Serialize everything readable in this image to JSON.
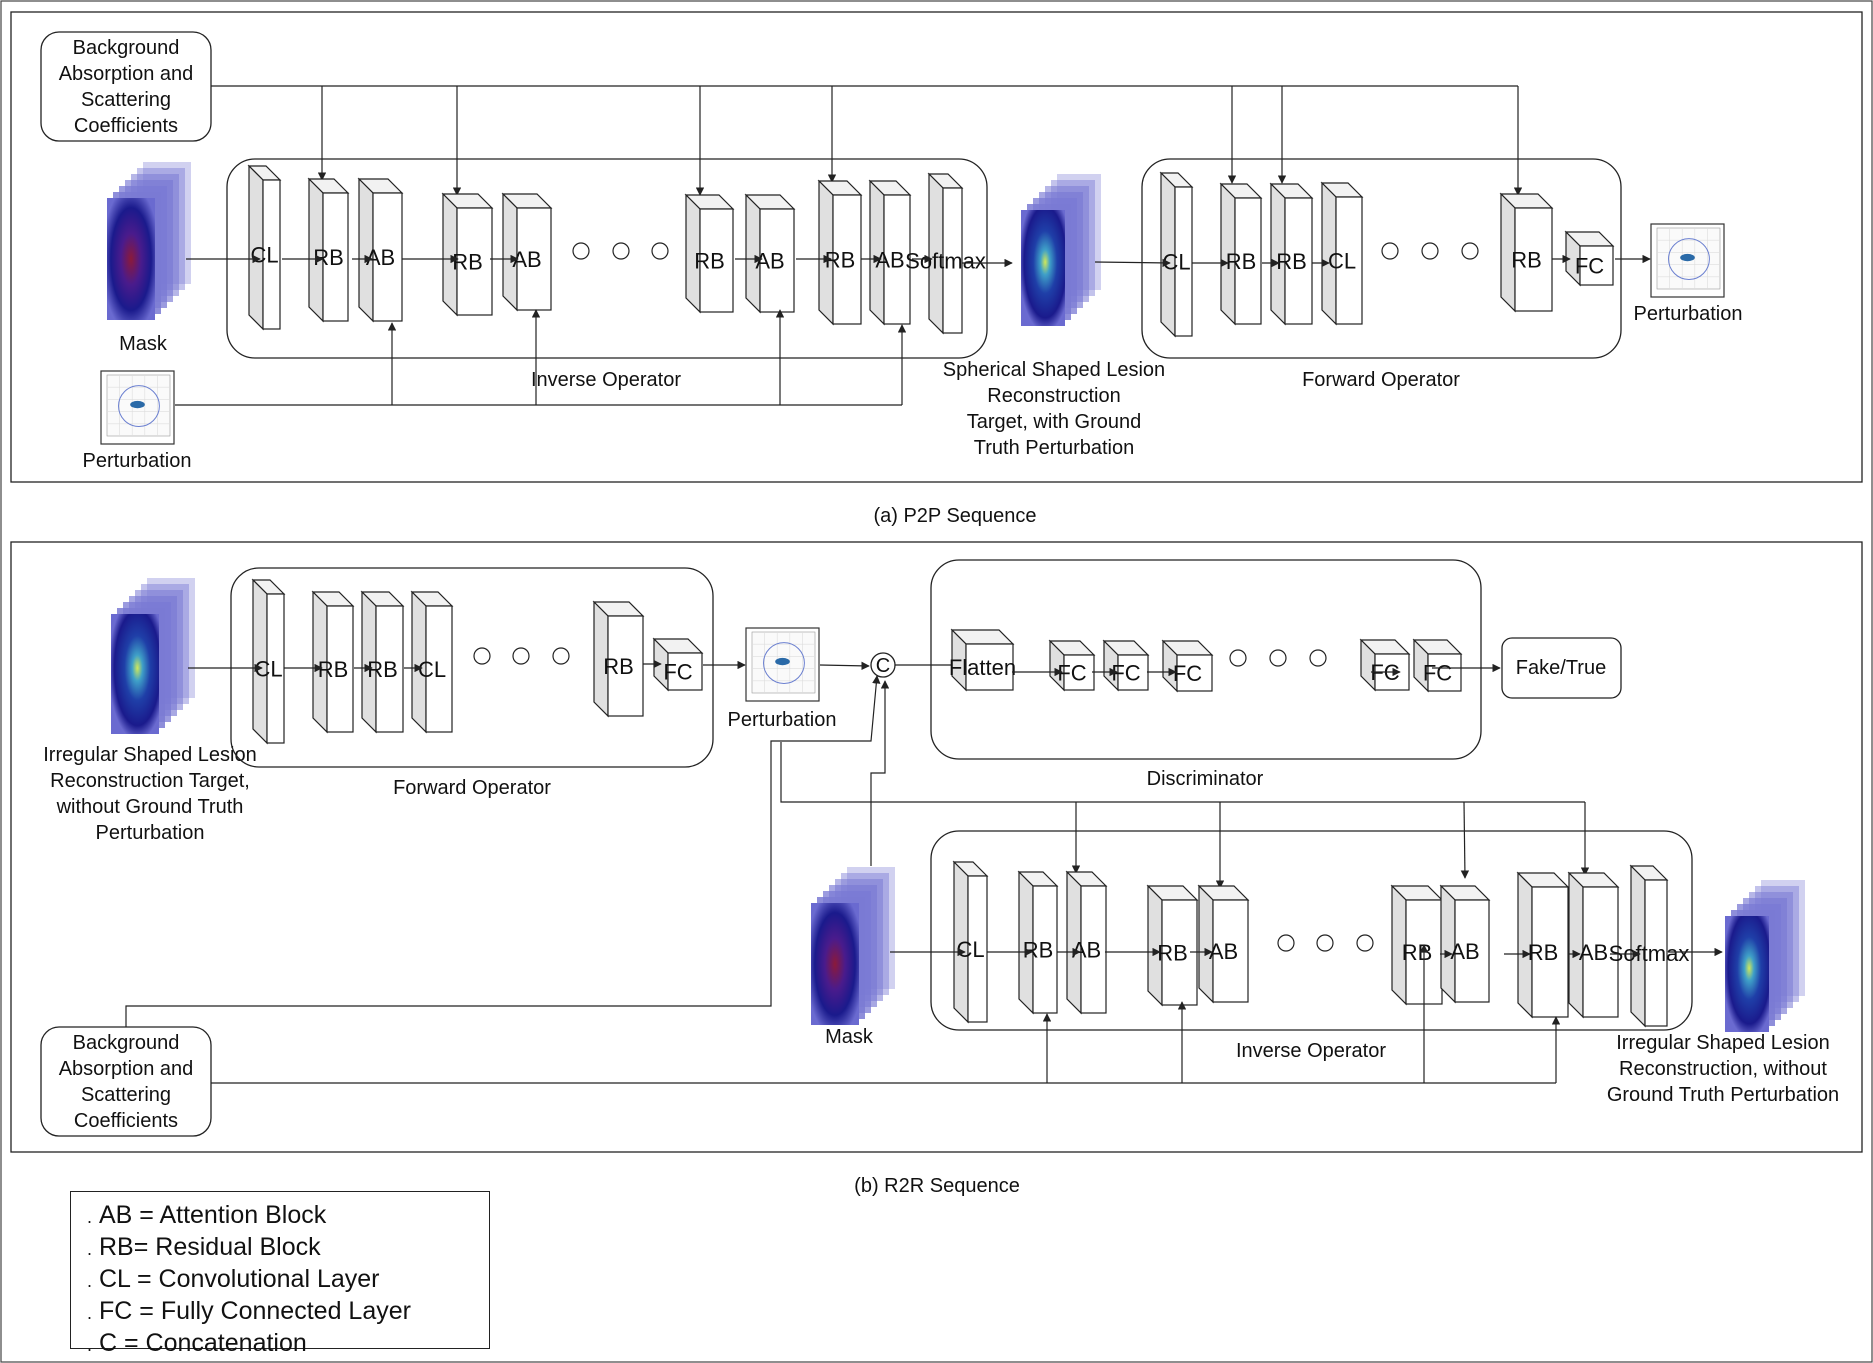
{
  "p2p": {
    "caption": "(a) P2P Sequence",
    "background_label": [
      "Background",
      "Absorption and",
      "Scattering",
      "Coefficients"
    ],
    "mask_label": "Mask",
    "perturbation_in_label": "Perturbation",
    "inverse_label": "Inverse Operator",
    "forward_label": "Forward Operator",
    "target_label": [
      "Spherical Shaped Lesion",
      "Reconstruction",
      "Target, with Ground",
      "Truth Perturbation"
    ],
    "perturbation_out_label": "Perturbation",
    "inverse_blocks": [
      "CL",
      "RB",
      "AB",
      "RB",
      "AB",
      "RB",
      "AB",
      "RB",
      "AB",
      "Softmax"
    ],
    "forward_blocks": [
      "CL",
      "RB",
      "RB",
      "CL",
      "RB",
      "FC"
    ]
  },
  "r2r": {
    "caption": "(b) R2R Sequence",
    "input_label": [
      "Irregular Shaped Lesion",
      "Reconstruction Target,",
      "without Ground Truth",
      "Perturbation"
    ],
    "forward_label": "Forward Operator",
    "perturbation_label": "Perturbation",
    "concat_symbol": "C",
    "discriminator_label": "Discriminator",
    "discriminator_blocks": [
      "Flatten",
      "FC",
      "FC",
      "FC",
      "FC",
      "FC"
    ],
    "output_box": "Fake/True",
    "mask_label": "Mask",
    "inverse_label": "Inverse Operator",
    "background_label": [
      "Background",
      "Absorption and",
      "Scattering",
      "Coefficients"
    ],
    "output_label": [
      "Irregular Shaped Lesion",
      "Reconstruction, without",
      "Ground Truth Perturbation"
    ],
    "forward_blocks": [
      "CL",
      "RB",
      "RB",
      "CL",
      "RB",
      "FC"
    ],
    "inverse_blocks": [
      "CL",
      "RB",
      "AB",
      "RB",
      "AB",
      "RB",
      "AB",
      "RB",
      "AB",
      "Softmax"
    ]
  },
  "legend": [
    "AB = Attention Block",
    "RB= Residual Block",
    "CL = Convolutional Layer",
    "FC = Fully Connected Layer",
    "C = Concatenation"
  ],
  "colors": {
    "stroke": "#222222",
    "block_face": "#ffffff",
    "block_side": "#e6e6e6",
    "volume_dark": "#1a1a8c",
    "volume_light": "#8a8ad8",
    "hot": "#8b1a3a",
    "warm": "#3fa0c8"
  }
}
